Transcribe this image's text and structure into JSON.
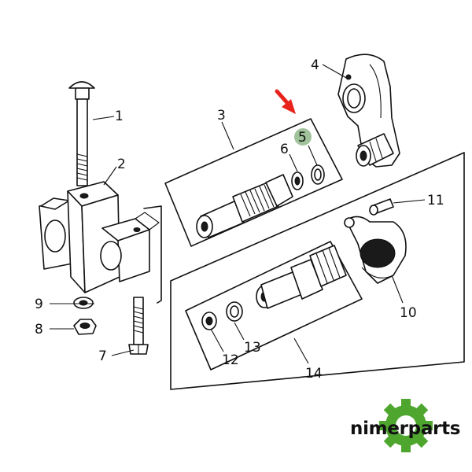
{
  "diagram": {
    "callouts": [
      "1",
      "2",
      "3",
      "4",
      "5",
      "6",
      "7",
      "8",
      "9",
      "10",
      "11",
      "12",
      "13",
      "14"
    ],
    "highlighted_callout": "5",
    "colors": {
      "highlight_circle": "#9fc29a",
      "arrow": "#e8231b",
      "gear_green": "#4fa62f",
      "ink": "#111111"
    }
  },
  "brand": {
    "name": "nimerparts"
  }
}
